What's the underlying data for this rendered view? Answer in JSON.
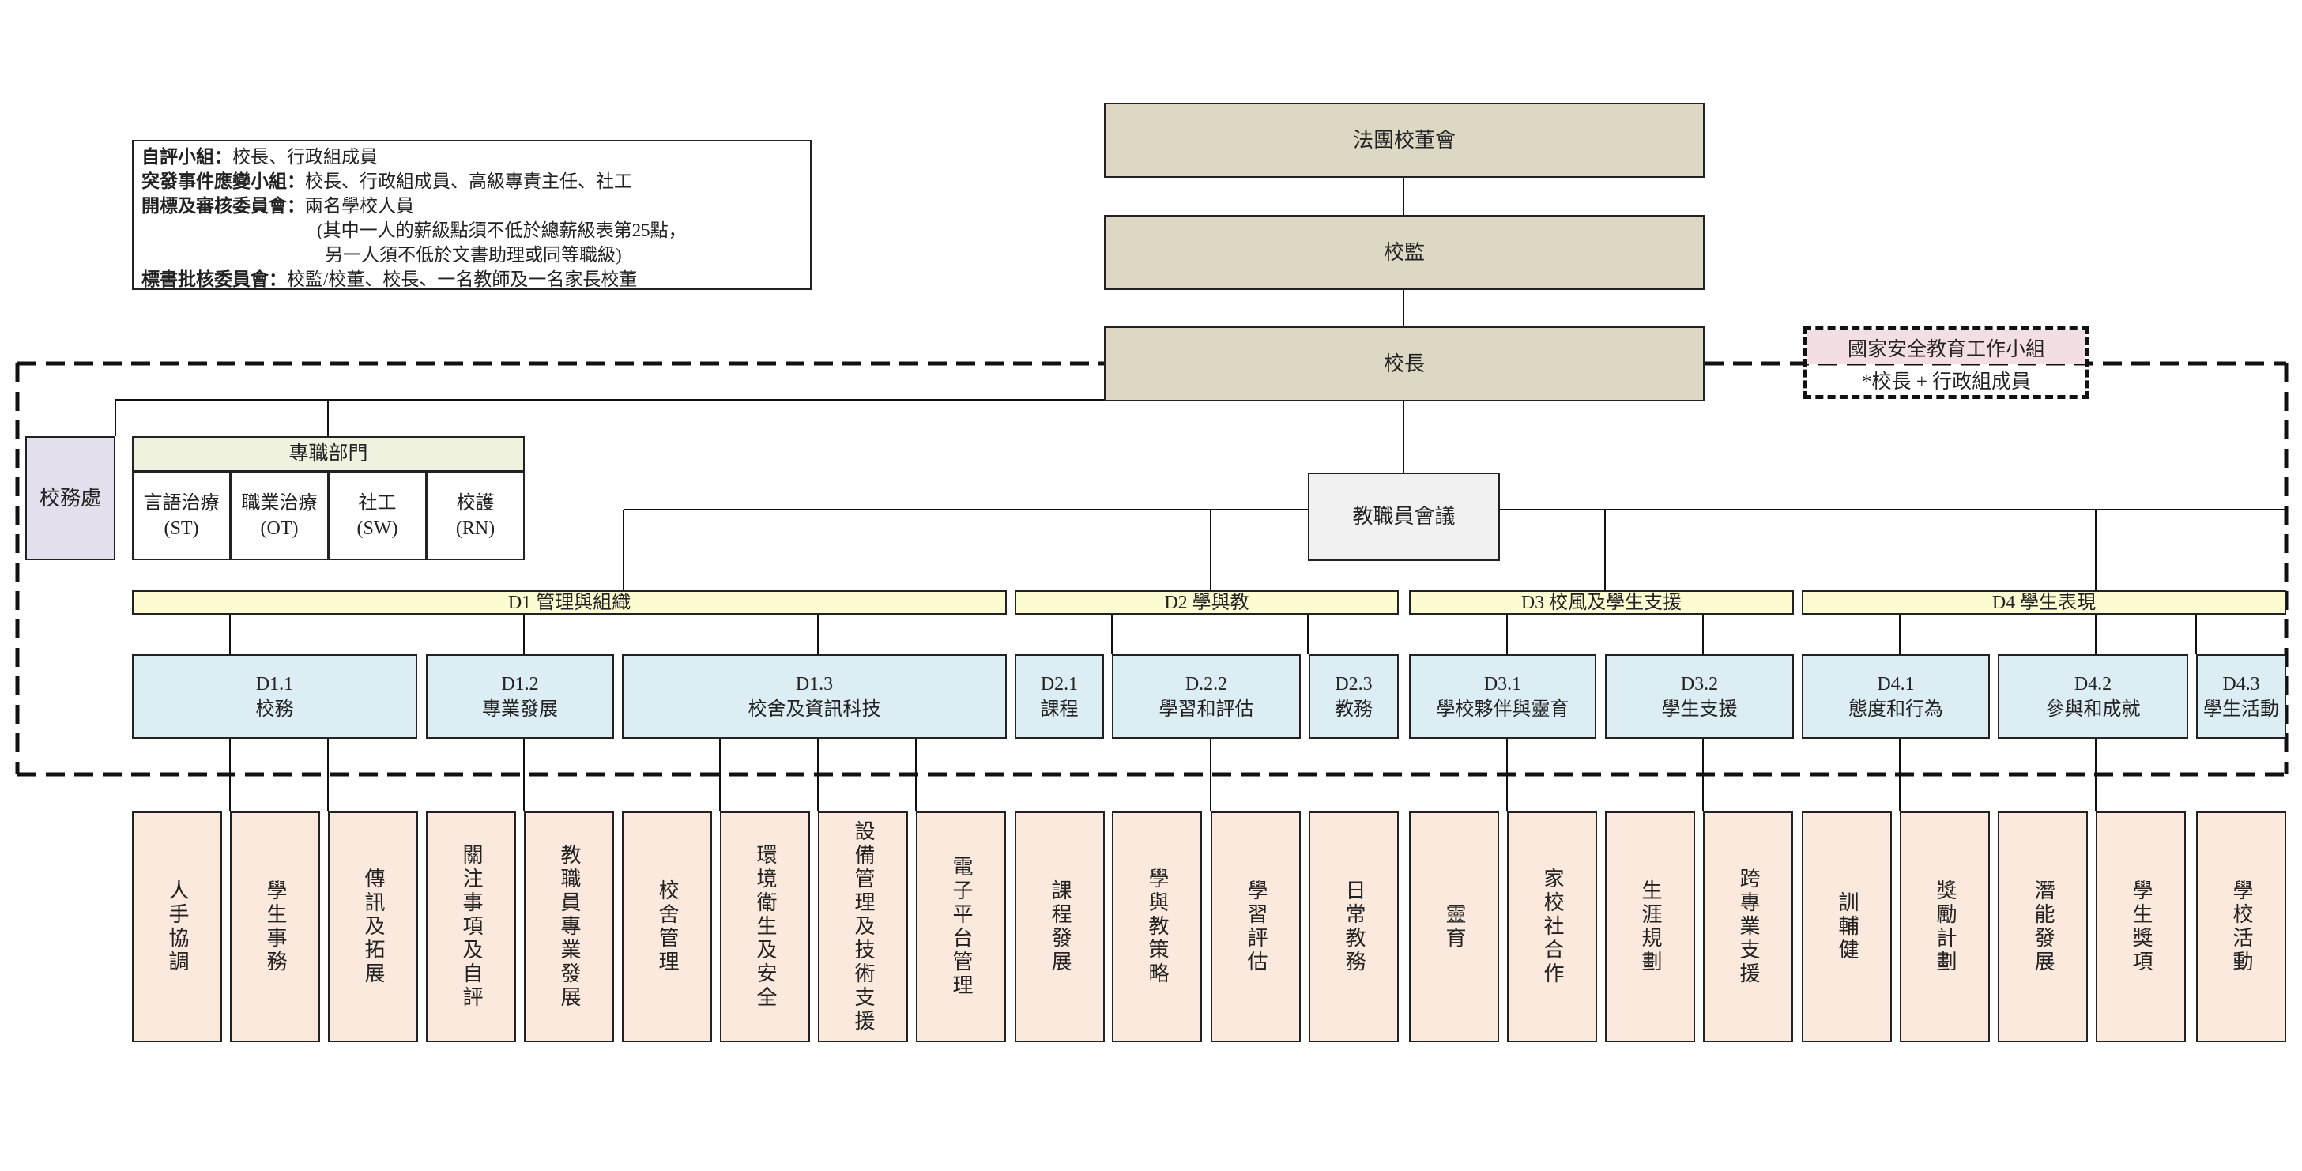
{
  "info": {
    "lines": [
      {
        "key": "自評小組：",
        "value": "校長、行政組成員"
      },
      {
        "key": "突發事件應變小組：",
        "value": "校長、行政組成員、高級專責主任、社工"
      },
      {
        "key": "開標及審核委員會：",
        "value": "兩名學校人員"
      },
      {
        "key": "",
        "value": "(其中一人的薪級點須不低於總薪級表第25點，"
      },
      {
        "key": "",
        "value": "另一人須不低於文書助理或同等職級)"
      },
      {
        "key": "標書批核委員會：",
        "value": "校監/校董、校長、一名教師及一名家長校董"
      }
    ]
  },
  "top": {
    "board": "法團校董會",
    "supervisor": "校監",
    "principal": "校長",
    "staff_meeting": "教職員會議",
    "office": "校務處"
  },
  "national_security": {
    "title": "國家安全教育工作小組",
    "members": "*校長 + 行政組成員"
  },
  "professional": {
    "title": "專職部門",
    "items": [
      "言語治療\n(ST)",
      "職業治療\n(OT)",
      "社工\n(SW)",
      "校護\n(RN)"
    ]
  },
  "domains": [
    "D1 管理與組織",
    "D2 學與教",
    "D3 校風及學生支援",
    "D4 學生表現"
  ],
  "subdomains": [
    "D1.1\n校務",
    "D1.2\n專業發展",
    "D1.3\n校舍及資訊科技",
    "D2.1\n課程",
    "D.2.2\n學習和評估",
    "D2.3\n教務",
    "D3.1\n學校夥伴與靈育",
    "D3.2\n學生支援",
    "D4.1\n態度和行為",
    "D4.2\n參與和成就",
    "D4.3\n學生活動"
  ],
  "teams": [
    "人手協調",
    "學生事務",
    "傳訊及拓展",
    "關注事項及自評",
    "教職員專業發展",
    "校舍管理",
    "環境衛生及安全",
    "設備管理及技術支援",
    "電子平台管理",
    "課程發展",
    "學與教策略",
    "學習評估",
    "日常教務",
    "靈育",
    "家校社合作",
    "生涯規劃",
    "跨專業支援",
    "訓輔健",
    "獎勵計劃",
    "潛能發展",
    "學生獎項",
    "學校活動"
  ],
  "colors": {
    "governance": "#ddd8c4",
    "office": "#e3dfec",
    "professional_header": "#eef2df",
    "staff_meeting": "#f1f1f1",
    "domain": "#fdfbd1",
    "subdomain": "#dcedf3",
    "team": "#fce9dd",
    "national_security": "#f3dfe1"
  }
}
